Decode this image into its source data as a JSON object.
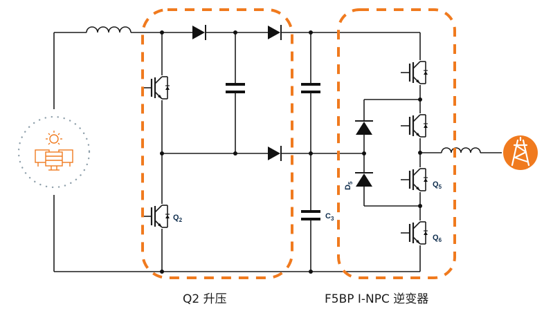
{
  "diagram": {
    "title": "Q2 boost + F5BP I-NPC inverter topology",
    "regions": [
      {
        "id": "boost",
        "caption": "Q2 升压"
      },
      {
        "id": "inverter",
        "caption": "F5BP I-NPC 逆变器"
      }
    ],
    "component_labels": {
      "q2": {
        "main": "Q",
        "sub": "2"
      },
      "c3": {
        "main": "C",
        "sub": "3"
      },
      "d5": {
        "main": "D",
        "sub": "5"
      },
      "q5": {
        "main": "Q",
        "sub": "5"
      },
      "q6": {
        "main": "Q",
        "sub": "6"
      }
    },
    "icons": {
      "source": "solar-panel-icon",
      "grid": "transmission-tower-icon"
    },
    "colors": {
      "accent": "#f07a1e",
      "wire": "#1a1a1a",
      "label": "#0d2c4c",
      "dotted_ring": "#8fa0ab"
    }
  }
}
